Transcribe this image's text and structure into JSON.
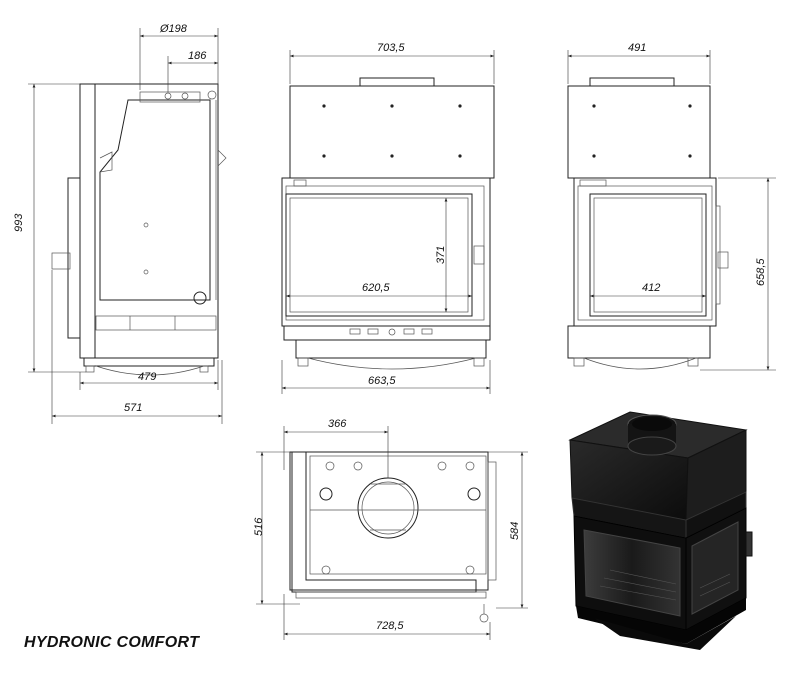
{
  "title": "HYDRONIC COMFORT",
  "dimensions": {
    "side_flue_diameter": "Ø198",
    "side_flue_offset": "186",
    "side_height": "993",
    "side_base_depth": "479",
    "side_total_depth": "571",
    "front_top_width": "703,5",
    "front_glass_height": "371",
    "front_glass_width": "620,5",
    "front_base_width": "663,5",
    "right_top_width": "491",
    "right_glass_width": "412",
    "right_height": "658,5",
    "top_flue_offset": "366",
    "top_depth_left": "516",
    "top_depth_right": "584",
    "top_width": "728,5"
  }
}
